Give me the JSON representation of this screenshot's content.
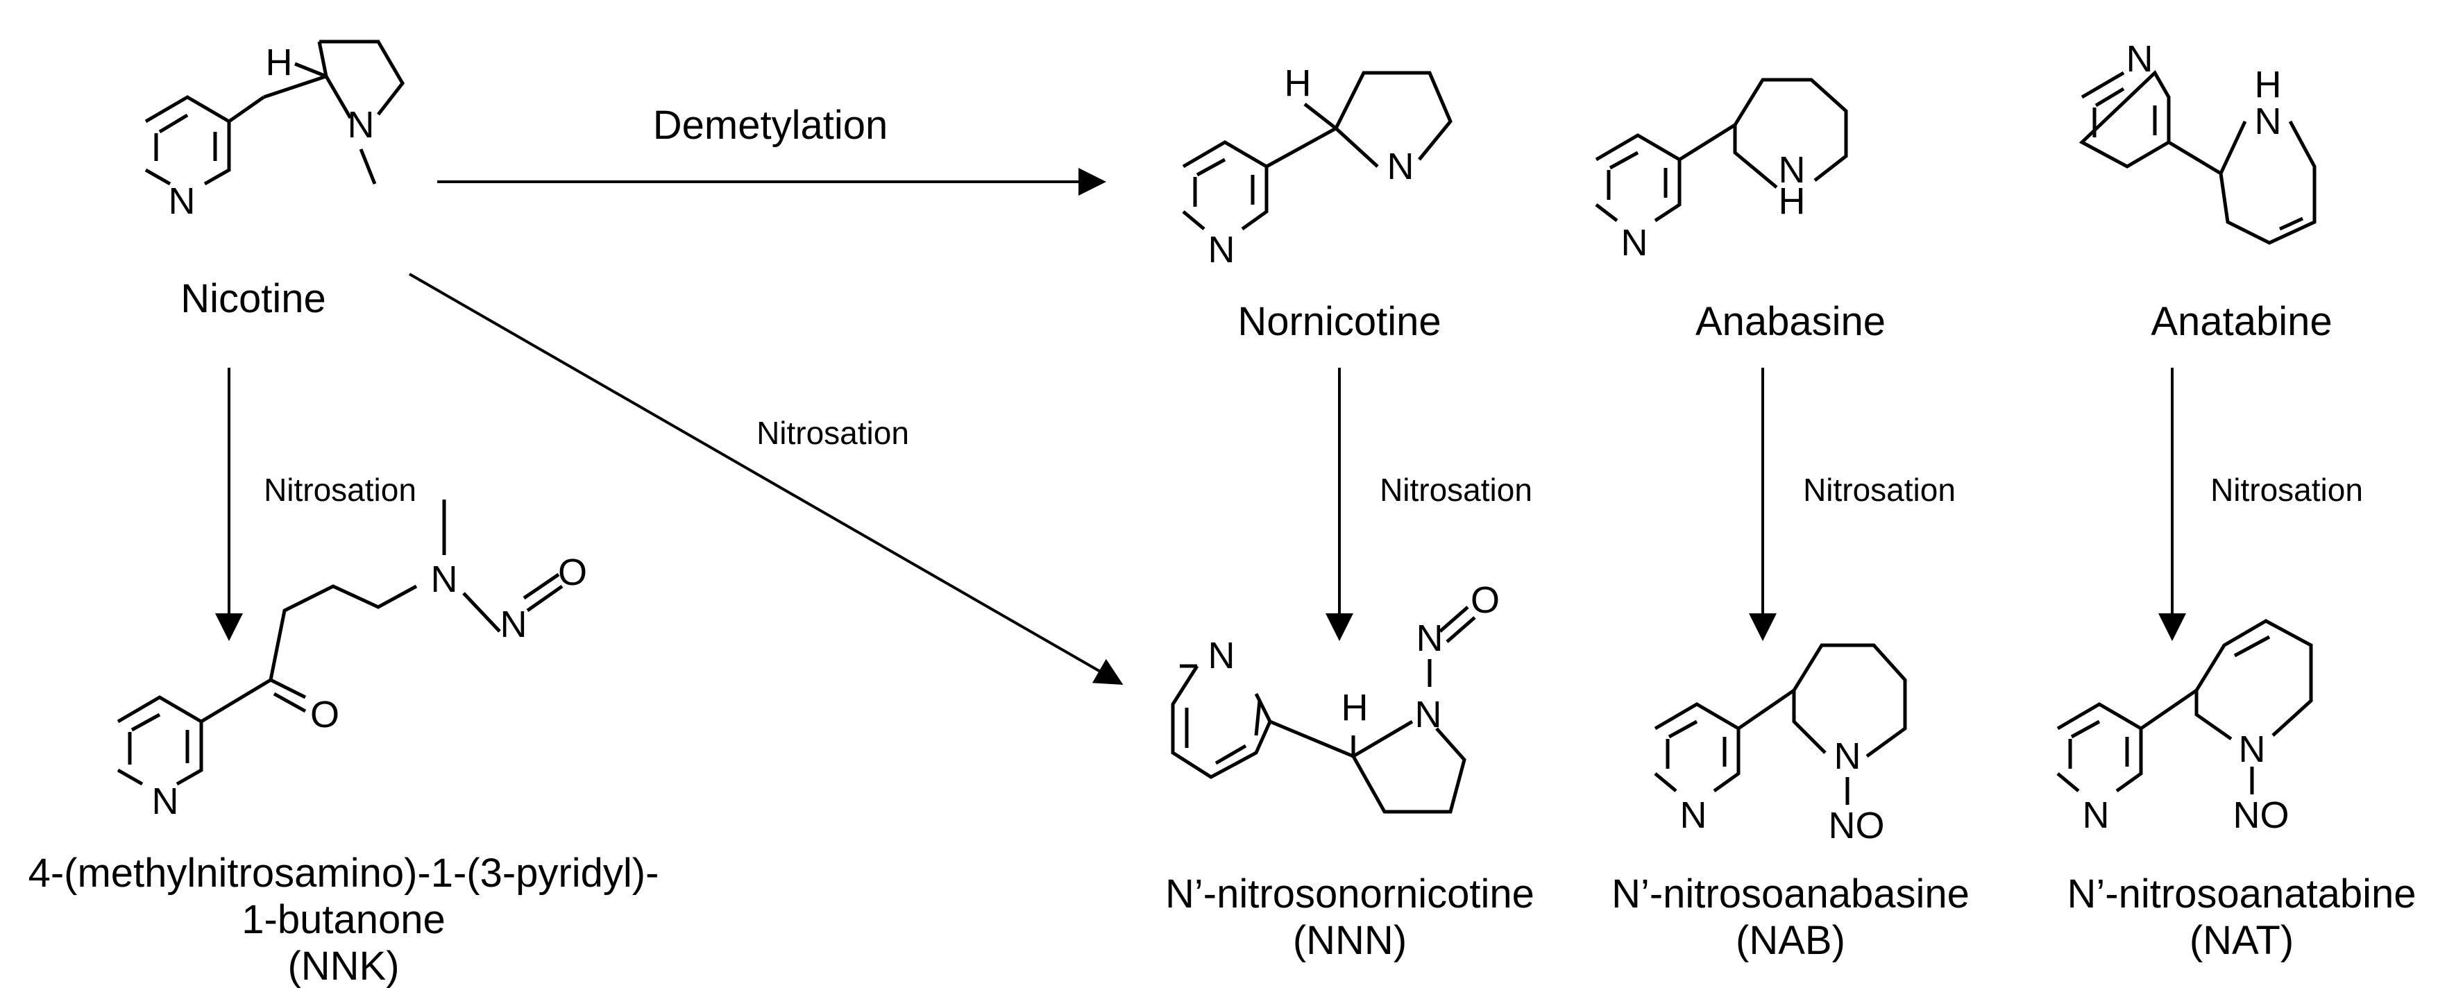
{
  "compounds": {
    "nicotine": {
      "name": "Nicotine"
    },
    "nornicotine": {
      "name": "Nornicotine"
    },
    "anabasine": {
      "name": "Anabasine"
    },
    "anatabine": {
      "name": "Anatabine"
    },
    "nnk": {
      "line1": "4-(methylnitrosamino)-1-(3-pyridyl)-",
      "line2": "1-butanone",
      "abbr": "(NNK)"
    },
    "nnn": {
      "name": "N’-nitrosonornicotine",
      "abbr": "(NNN)"
    },
    "nab": {
      "name": "N’-nitrosoanabasine",
      "abbr": "(NAB)"
    },
    "nat": {
      "name": "N’-nitrosoanatabine",
      "abbr": "(NAT)"
    }
  },
  "reactions": {
    "demethylation": "Demetylation",
    "nitrosation": "Nitrosation"
  },
  "atoms": {
    "N": "N",
    "H": "H",
    "O": "O",
    "NO": "NO"
  }
}
